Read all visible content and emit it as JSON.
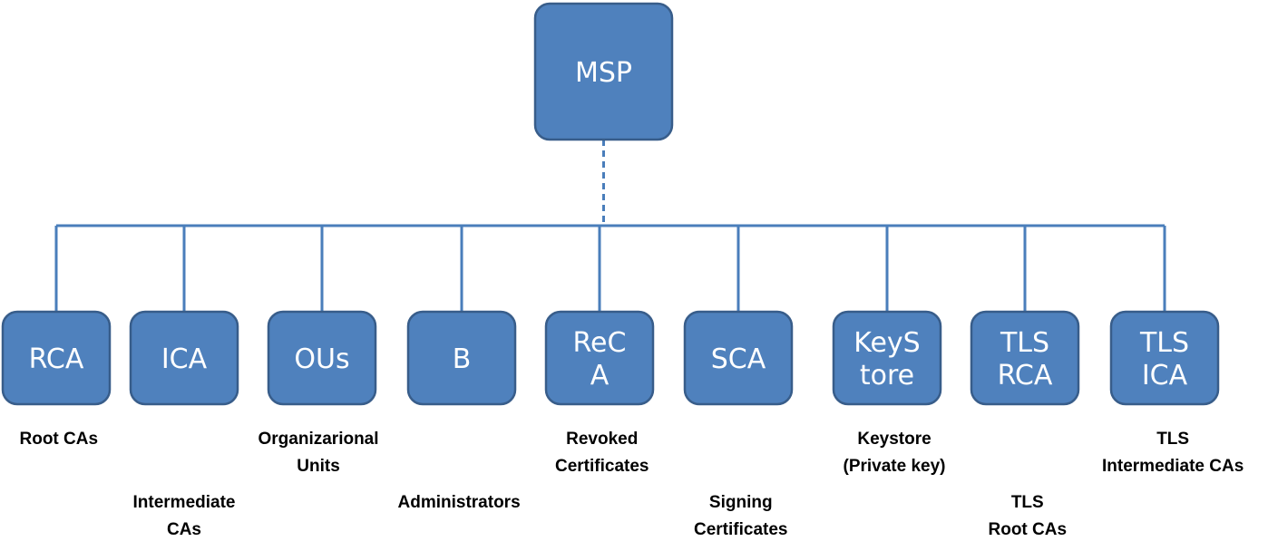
{
  "root": {
    "label": [
      "MSP"
    ]
  },
  "children": [
    {
      "id": "rca",
      "box": [
        "RCA"
      ],
      "caption": [
        "Root CAs"
      ]
    },
    {
      "id": "ica",
      "box": [
        "ICA"
      ],
      "caption": [
        "Intermediate",
        "CAs"
      ]
    },
    {
      "id": "ous",
      "box": [
        "OUs"
      ],
      "caption": [
        "Organizarional",
        "Units"
      ]
    },
    {
      "id": "b",
      "box": [
        "B"
      ],
      "caption": [
        "Administrators"
      ]
    },
    {
      "id": "reca",
      "box": [
        "ReC",
        "A"
      ],
      "caption": [
        "Revoked",
        "Certificates"
      ]
    },
    {
      "id": "sca",
      "box": [
        "SCA"
      ],
      "caption": [
        "Signing",
        "Certificates"
      ]
    },
    {
      "id": "keystore",
      "box": [
        "KeyS",
        "tore"
      ],
      "caption": [
        "Keystore",
        "(Private key)"
      ]
    },
    {
      "id": "tlsrca",
      "box": [
        "TLS",
        "RCA"
      ],
      "caption": [
        "TLS",
        "Root CAs"
      ]
    },
    {
      "id": "tlsica",
      "box": [
        "TLS",
        "ICA"
      ],
      "caption": [
        "TLS",
        "Intermediate CAs"
      ]
    }
  ],
  "colors": {
    "box_fill": "#4f81bd",
    "box_stroke": "#385d8a",
    "line": "#4a7ebb",
    "text": "#ffffff"
  }
}
